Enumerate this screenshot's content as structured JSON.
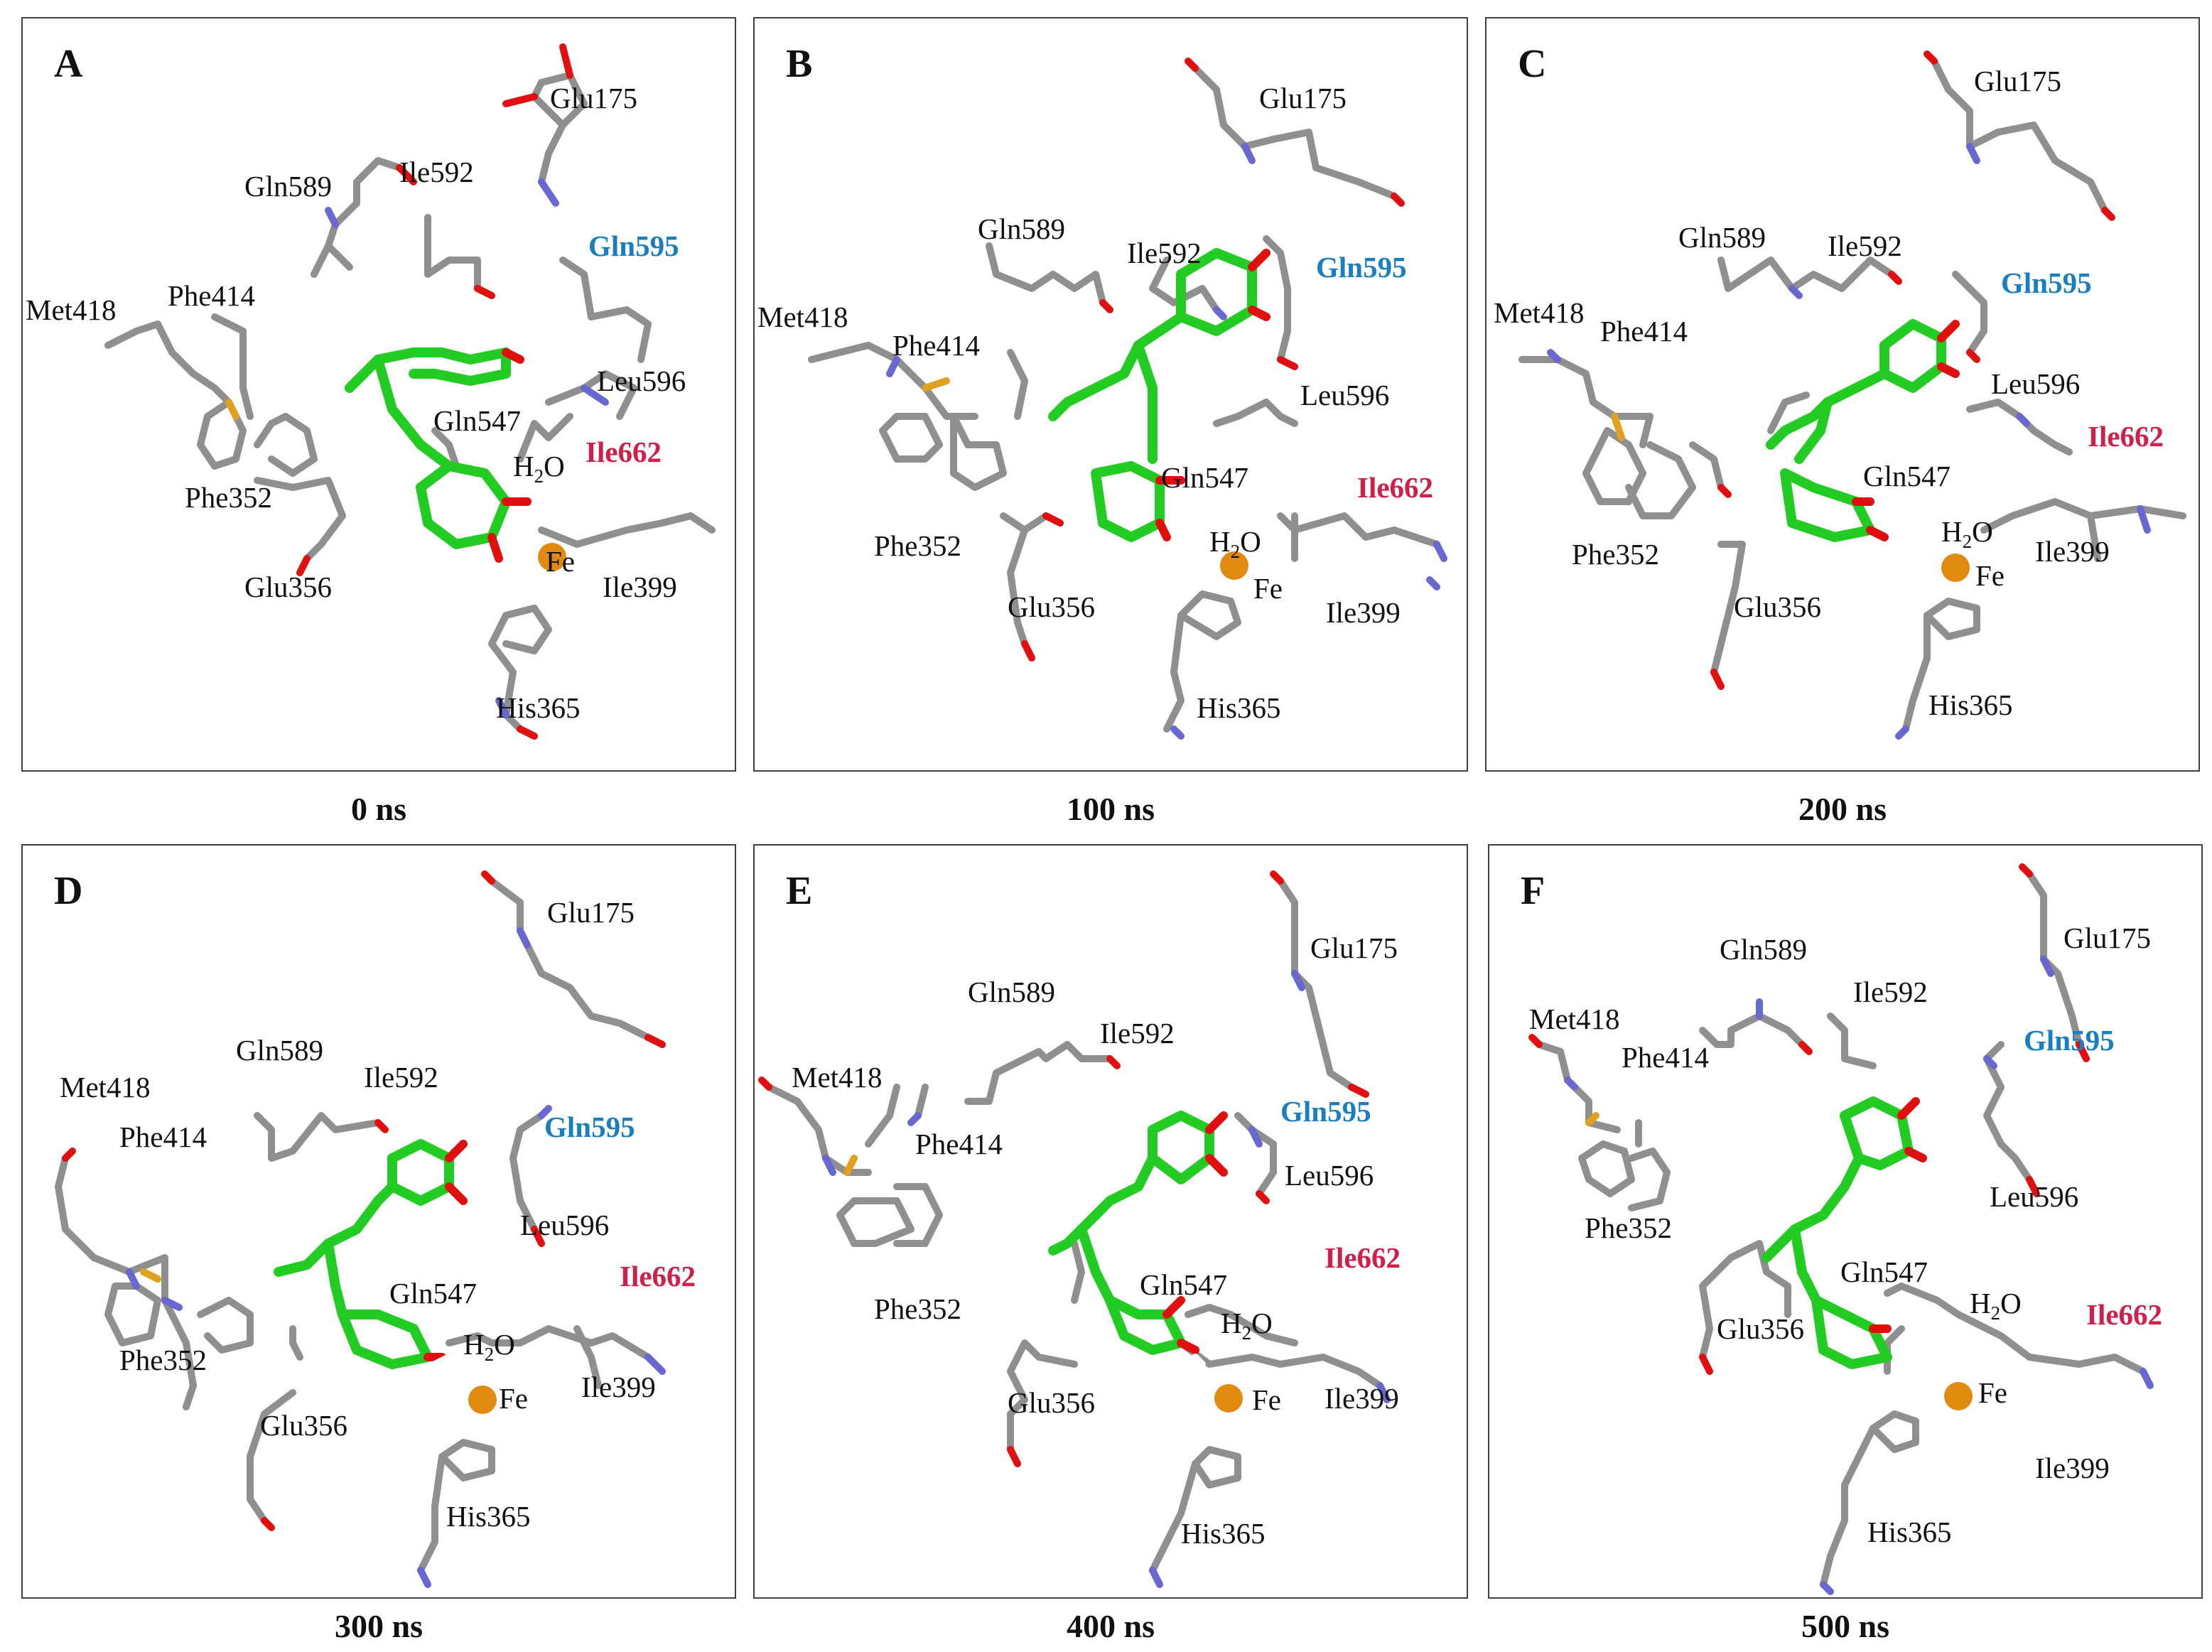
{
  "panels": [
    {
      "letter": "A",
      "time": "0 ns"
    },
    {
      "letter": "B",
      "time": "100 ns"
    },
    {
      "letter": "C",
      "time": "200 ns"
    },
    {
      "letter": "D",
      "time": "300 ns"
    },
    {
      "letter": "E",
      "time": "400 ns"
    },
    {
      "letter": "F",
      "time": "500 ns"
    }
  ],
  "residues": {
    "glu175": "Glu175",
    "gln589": "Gln589",
    "ile592": "Ile592",
    "gln595": "Gln595",
    "met418": "Met418",
    "phe414": "Phe414",
    "leu596": "Leu596",
    "gln547": "Gln547",
    "ile662": "Ile662",
    "phe352": "Phe352",
    "glu356": "Glu356",
    "ile399": "Ile399",
    "his365": "His365",
    "water_H": "H",
    "water_sub": "2",
    "water_O": "O",
    "fe": "Fe"
  },
  "colors": {
    "ligand": "#22cc22",
    "ligand_oxygen": "#e01010",
    "residue_carbon": "#9a9a9a",
    "nitrogen": "#6868d0",
    "oxygen": "#e01010",
    "sulfur": "#e0a020",
    "iron": "#e08a10",
    "highlight_blue": "#1a7fc0",
    "highlight_red": "#d0204a"
  }
}
